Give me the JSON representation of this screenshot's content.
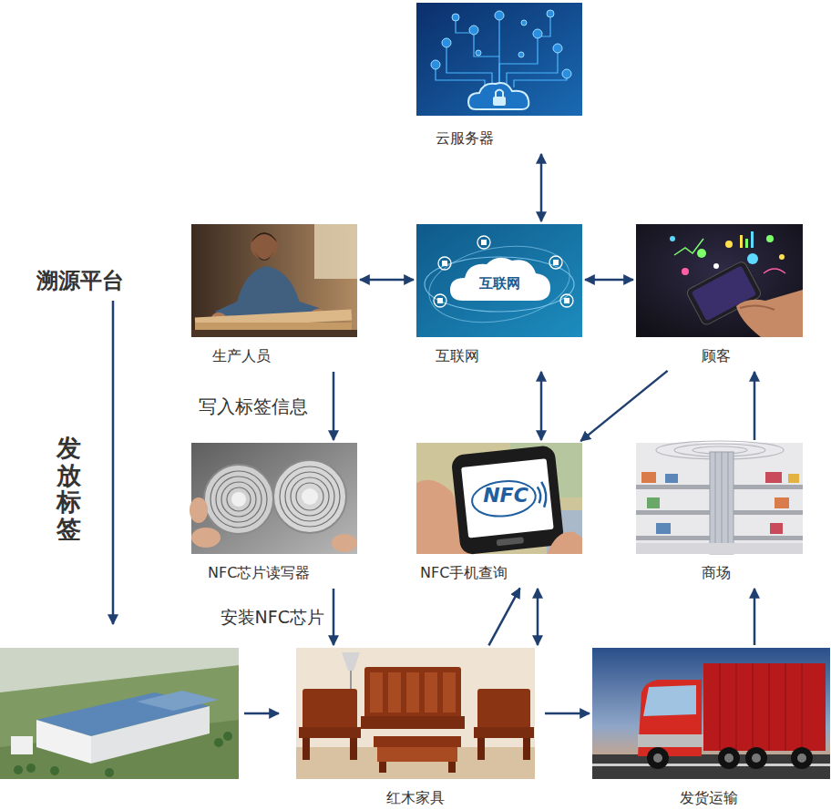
{
  "diagram": {
    "nodes": [
      {
        "text": [
          "云服务器"
        ]
      },
      {
        "text": [
          "生产人员"
        ]
      },
      {
        "text": [
          "互联网",
          "互联网"
        ]
      },
      {
        "text": [
          "顾客"
        ]
      },
      {
        "text": [
          "NFC芯片读写器"
        ]
      },
      {
        "text": [
          "NFC",
          "NFC手机查询"
        ]
      },
      {
        "text": [
          "商场"
        ]
      },
      {
        "text": [
          "红木家具"
        ]
      },
      {
        "text": [
          "发货运输"
        ]
      }
    ],
    "edges": [
      {
        "from": 0,
        "to": 2,
        "arrow": "both"
      },
      {
        "from": 1,
        "to": 2,
        "arrow": "both"
      },
      {
        "from": 2,
        "to": 3,
        "arrow": "both"
      },
      {
        "from": 1,
        "to": 4,
        "arrow": "to",
        "label": "写入标签信息"
      },
      {
        "from": 2,
        "to": 5,
        "arrow": "both"
      },
      {
        "from": 3,
        "to": 5,
        "arrow": "to"
      },
      {
        "from": 4,
        "to": 7,
        "arrow": "to",
        "label": "安装NFC芯片"
      },
      {
        "from": 7,
        "to": 5,
        "arrow": "to"
      },
      {
        "from": 7,
        "to": 5,
        "arrow": "both"
      },
      {
        "from": 7,
        "to": 8,
        "arrow": "to"
      },
      {
        "from": 8,
        "to": 6,
        "arrow": "to"
      },
      {
        "from": 6,
        "to": 3,
        "arrow": "to"
      }
    ],
    "labels": [
      "溯源平台",
      "发放标签"
    ]
  }
}
